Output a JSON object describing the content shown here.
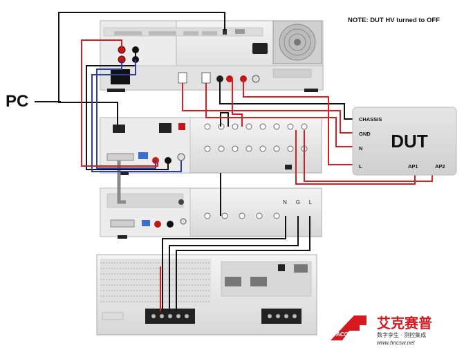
{
  "note": "NOTE: DUT HV turned to OFF",
  "pc_label": "PC",
  "dut": {
    "title": "DUT",
    "terminals": {
      "chassis": "CHASSIS",
      "gnd": "GND",
      "n": "N",
      "l": "L",
      "ap1": "AP1",
      "ap2": "AP2"
    }
  },
  "scanner_terminals": {
    "n": "N",
    "g": "G",
    "l": "L"
  },
  "logo": {
    "cn_name": "艾克赛普",
    "tagline": "数字孪生 · 测控集成",
    "url": "www.hncsw.net",
    "brand": "ACCEXP"
  },
  "colors": {
    "red_wire": "#d42020",
    "blue_wire": "#2b3fa0",
    "black_wire": "#111111",
    "grey_cable": "#8a8a8a",
    "panel": "#e6e6e6",
    "dut_box": "#d9d9d9",
    "logo_red": "#d7191f"
  }
}
